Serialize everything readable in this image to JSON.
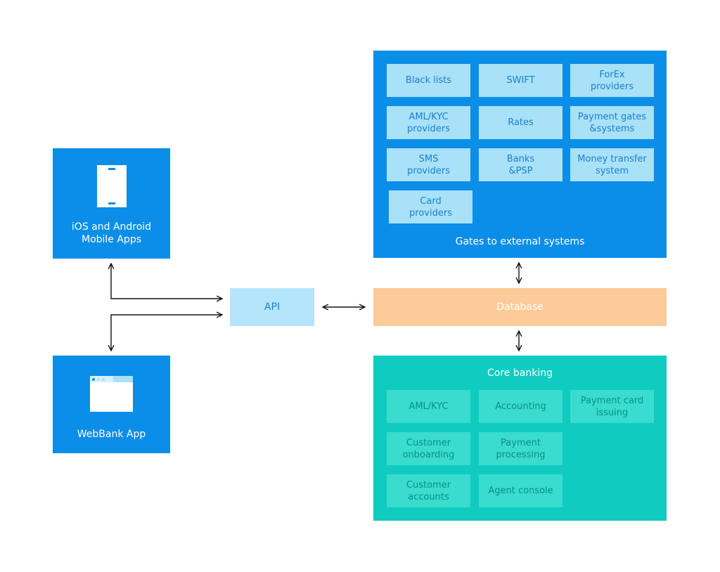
{
  "gates": {
    "title": "Gates to external systems",
    "items": [
      "Black lists",
      "SWIFT",
      "ForEx\nproviders",
      "AML/KYC\nproviders",
      "Rates",
      "Payment gates\n&systems",
      "SMS\nproviders",
      "Banks\n&PSP",
      "Money transfer\nsystem",
      "Card\nproviders"
    ]
  },
  "mobile": {
    "label": "iOS and Android\nMobile Apps",
    "icon": "phone-icon"
  },
  "web": {
    "label": "WebBank App",
    "icon": "browser-window-icon"
  },
  "api": {
    "label": "API"
  },
  "database": {
    "label": "Database"
  },
  "core": {
    "title": "Core banking",
    "items": [
      "AML/KYC",
      "Accounting",
      "Payment card\nissuing",
      "Customer\nonboarding",
      "Payment\nprocessing",
      "Customer\naccounts",
      "Agent console"
    ]
  },
  "colors": {
    "panel_blue": "#0b8ee8",
    "cell_blue": "#a9e1f9",
    "panel_teal": "#10cbc0",
    "cell_teal": "#39dccf",
    "database": "#fdcb9a",
    "api": "#b5e5fa"
  }
}
